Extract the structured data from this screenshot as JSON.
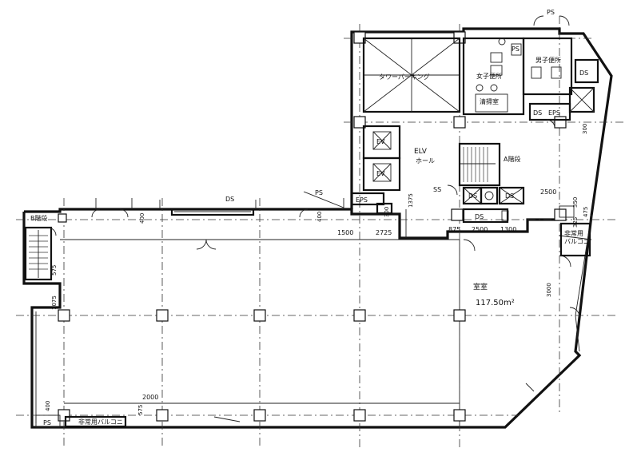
{
  "plan": {
    "labels": {
      "ps_top": "PS",
      "ps_mid": "PS",
      "ps_toilet": "PS",
      "ds_left": "DS",
      "ds_right_top": "DS",
      "ds_right": "DS",
      "eps_right": "EPS",
      "eps_mid": "EPS",
      "ds_core1": "DS",
      "ds_core2": "DS",
      "ds_core3": "DS",
      "ev1": "EV",
      "ev2": "EV",
      "elv_hall_1": "ELV",
      "elv_hall_2": "ホール",
      "stair_a": "A階段",
      "stair_b": "B階段",
      "ss": "SS",
      "cleaning": "清掃室",
      "womens_wc": "女子便所",
      "mens_wc": "男子便所",
      "tower_parking": "タワーパーキング",
      "office": "室室",
      "office_area": "117.50m²",
      "bal_emergency_1": "非常用",
      "bal_emergency_2": "バルコニ",
      "bal_bottom": "非常用バルコニ",
      "ps_bottom": "PS"
    },
    "dims": {
      "d400_a": "400",
      "d400_b": "400",
      "d400_c": "400",
      "d300_a": "300",
      "d300_b": "300",
      "d575_a": "575",
      "d1075": "1075",
      "d1375": "1375",
      "d1500": "1500",
      "d2725": "2725",
      "d875": "875",
      "d2500_a": "2500",
      "d2500_b": "2500",
      "d1300": "1300",
      "d2000": "2000",
      "d3000": "3000",
      "d575_b": "575",
      "d350": "350",
      "d325": "325",
      "d475": "475"
    }
  }
}
